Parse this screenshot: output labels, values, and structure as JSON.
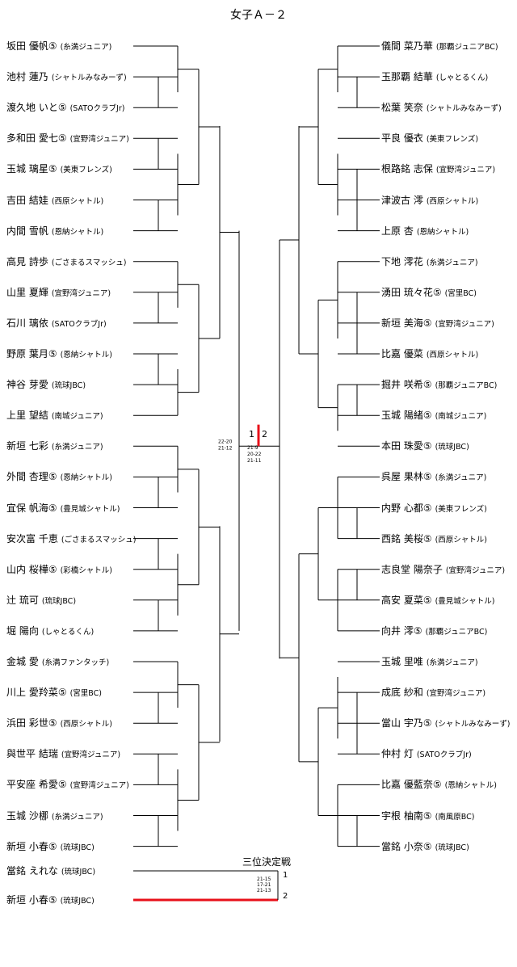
{
  "title": "女子Ａ－２",
  "left": [
    {
      "name": "坂田 優帆⑤",
      "club": "(糸満ジュニア)"
    },
    {
      "name": "池村 蓮乃",
      "club": "(シャトルみなみーず)"
    },
    {
      "name": "渡久地 いと⑤",
      "club": "(SATOクラブJr)"
    },
    {
      "name": "多和田 愛七⑤",
      "club": "(宜野湾ジュニア)"
    },
    {
      "name": "玉城 璃星⑤",
      "club": "(美東フレンズ)"
    },
    {
      "name": "吉田 結娃",
      "club": "(西原シャトル)"
    },
    {
      "name": "内間 雪帆",
      "club": "(恩納シャトル)"
    },
    {
      "name": "高見 詩歩",
      "club": "(ごさまるスマッシュ)"
    },
    {
      "name": "山里 夏輝",
      "club": "(宜野湾ジュニア)"
    },
    {
      "name": "石川 璃依",
      "club": "(SATOクラブJr)"
    },
    {
      "name": "野原 葉月⑤",
      "club": "(恩納シャトル)"
    },
    {
      "name": "神谷 芽愛",
      "club": "(琉球JBC)"
    },
    {
      "name": "上里 望結",
      "club": "(南城ジュニア)"
    },
    {
      "name": "新垣 七彩",
      "club": "(糸満ジュニア)"
    },
    {
      "name": "外間 杏理⑤",
      "club": "(恩納シャトル)"
    },
    {
      "name": "宜保 帆海⑤",
      "club": "(豊見城シャトル)"
    },
    {
      "name": "安次富 千恵",
      "club": "(ごさまるスマッシュ)"
    },
    {
      "name": "山内 桜樺⑤",
      "club": "(彩橋シャトル)"
    },
    {
      "name": "辻 琉可",
      "club": "(琉球JBC)"
    },
    {
      "name": "堀 陽向",
      "club": "(しゃとるくん)"
    },
    {
      "name": "金城 愛",
      "club": "(糸満ファンタッチ)"
    },
    {
      "name": "川上 愛羚菜⑤",
      "club": "(宮里BC)"
    },
    {
      "name": "浜田 彩世⑤",
      "club": "(西原シャトル)"
    },
    {
      "name": "與世平 結瑞",
      "club": "(宜野湾ジュニア)"
    },
    {
      "name": "平安座 希愛⑤",
      "club": "(宜野湾ジュニア)"
    },
    {
      "name": "玉城 沙梛",
      "club": "(糸満ジュニア)"
    },
    {
      "name": "新垣 小春⑤",
      "club": "(琉球JBC)"
    }
  ],
  "right": [
    {
      "name": "儀間 菜乃華",
      "club": "(那覇ジュニアBC)"
    },
    {
      "name": "玉那覇 結華",
      "club": "(しゃとるくん)"
    },
    {
      "name": "松葉 笑奈",
      "club": "(シャトルみなみーず)"
    },
    {
      "name": "平良 優衣",
      "club": "(美東フレンズ)"
    },
    {
      "name": "根路銘 志保",
      "club": "(宜野湾ジュニア)"
    },
    {
      "name": "津波古 澪",
      "club": "(西原シャトル)"
    },
    {
      "name": "上原 杏",
      "club": "(恩納シャトル)"
    },
    {
      "name": "下地 澪花",
      "club": "(糸満ジュニア)"
    },
    {
      "name": "湧田 琉々花⑤",
      "club": "(宮里BC)"
    },
    {
      "name": "新垣 美海⑤",
      "club": "(宜野湾ジュニア)"
    },
    {
      "name": "比嘉 優菜",
      "club": "(西原シャトル)"
    },
    {
      "name": "掘井 咲希⑤",
      "club": "(那覇ジュニアBC)"
    },
    {
      "name": "玉城 陽緒⑤",
      "club": "(南城ジュニア)"
    },
    {
      "name": "本田 珠愛⑤",
      "club": "(琉球JBC)"
    },
    {
      "name": "呉屋 果林⑤",
      "club": "(糸満ジュニア)"
    },
    {
      "name": "内野 心都⑤",
      "club": "(美東フレンズ)"
    },
    {
      "name": "西銘 美桜⑤",
      "club": "(西原シャトル)"
    },
    {
      "name": "志良堂 陽奈子",
      "club": "(宜野湾ジュニア)"
    },
    {
      "name": "高安 夏菜⑤",
      "club": "(豊見城シャトル)"
    },
    {
      "name": "向井 澪⑤",
      "club": "(那覇ジュニアBC)"
    },
    {
      "name": "玉城 里唯",
      "club": "(糸満ジュニア)"
    },
    {
      "name": "成底 紗和",
      "club": "(宜野湾ジュニア)"
    },
    {
      "name": "當山 宇乃⑤",
      "club": "(シャトルみなみーず)"
    },
    {
      "name": "仲村 灯",
      "club": "(SATOクラブJr)"
    },
    {
      "name": "比嘉 優藍奈⑤",
      "club": "(恩納シャトル)"
    },
    {
      "name": "宇根 柚南⑤",
      "club": "(南風原BC)"
    },
    {
      "name": "當銘 小奈⑤",
      "club": "(琉球JBC)"
    }
  ],
  "third_place": {
    "title": "三位決定戦",
    "players": [
      {
        "name": "當銘 えれな",
        "club": "(琉球JBC)"
      },
      {
        "name": "新垣 小春⑤",
        "club": "(琉球JBC)"
      }
    ],
    "scores": [
      "1",
      "2"
    ],
    "game_scores": [
      "21-15",
      "17-21",
      "21-13"
    ]
  },
  "final": {
    "left_score": "1",
    "right_score": "2",
    "game_scores": [
      "22-20",
      "21-12",
      "21-9",
      "20-22",
      "21-11"
    ]
  },
  "colors": {
    "win": "#e8101a",
    "line": "#000000"
  }
}
